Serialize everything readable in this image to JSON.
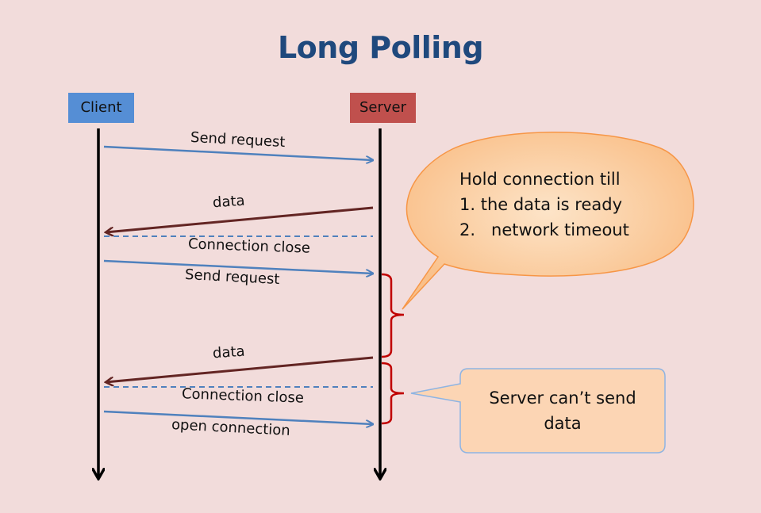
{
  "title": "Long Polling",
  "actors": {
    "client": "Client",
    "server": "Server"
  },
  "messages": [
    {
      "label": "Send request"
    },
    {
      "label": "data"
    },
    {
      "label": "Connection close"
    },
    {
      "label": "Send request"
    },
    {
      "label": "data"
    },
    {
      "label": "Connection close"
    },
    {
      "label": "open connection"
    }
  ],
  "callout": {
    "heading": "Hold connection till",
    "items": [
      "1.  the data is ready",
      "2.   network timeout"
    ]
  },
  "note": {
    "text": "Server can’t send data"
  },
  "colors": {
    "background": "#f2dcdb",
    "title": "#1f497d",
    "client": "#558ed5",
    "server": "#c0504d",
    "request_arrow": "#4f81bd",
    "response_arrow": "#632523",
    "dashed_close": "#4f81bd",
    "bracket": "#c00000",
    "callout_fill": "#fbcfa0",
    "callout_stroke": "#f79646",
    "note_fill": "#fcd5b4",
    "note_stroke": "#8eb4e3"
  }
}
